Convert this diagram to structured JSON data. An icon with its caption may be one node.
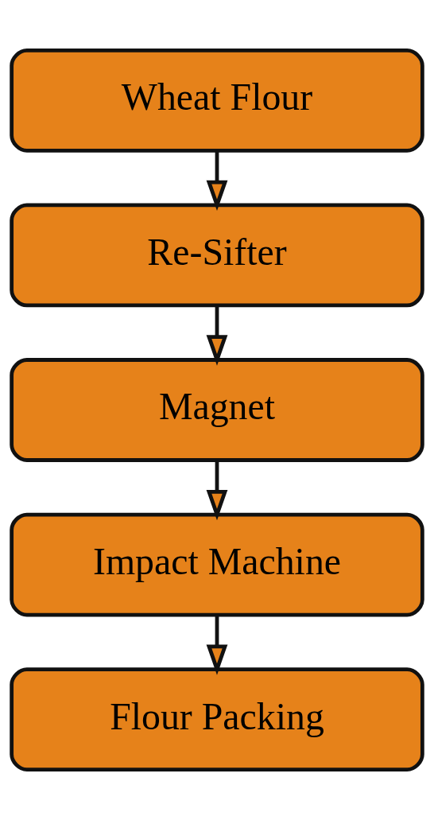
{
  "diagram": {
    "nodes": [
      {
        "text": [
          "Wheat Flour"
        ]
      },
      {
        "text": [
          "Re-Sifter"
        ]
      },
      {
        "text": [
          "Magnet"
        ]
      },
      {
        "text": [
          "Impact Machine"
        ]
      },
      {
        "text": [
          "Flour Packing"
        ]
      }
    ],
    "edges": [
      {
        "from": 0,
        "to": 1,
        "arrow": "to"
      },
      {
        "from": 1,
        "to": 2,
        "arrow": "to"
      },
      {
        "from": 2,
        "to": 3,
        "arrow": "to"
      },
      {
        "from": 3,
        "to": 4,
        "arrow": "to"
      }
    ]
  }
}
